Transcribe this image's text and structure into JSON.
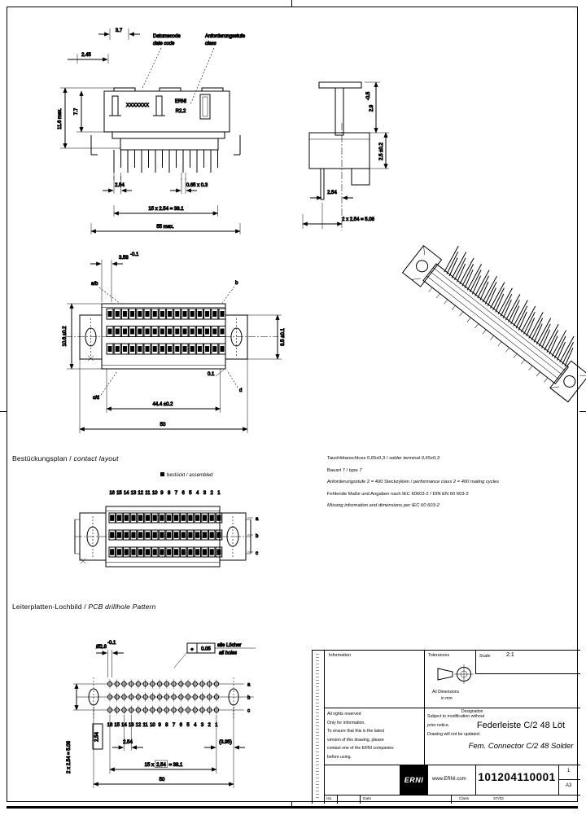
{
  "top_view": {
    "labels": {
      "date_code_de": "Datumscode",
      "date_code_en": "date code",
      "class_de": "Anforderungsstufe",
      "class_en": "class",
      "marking_code": "XXXXXXX",
      "marking_brand": "ERNI",
      "marking_class": "R2.2"
    },
    "dims": {
      "d37": "3.7",
      "d245": "2.45",
      "d77": "7.7",
      "d116": "11.6 max.",
      "pitch": "2.54",
      "pin": "0.65 x 0.3",
      "span": "15 x 2.54 = 38.1",
      "width": "55 max."
    }
  },
  "side_view": {
    "dims": {
      "d29": "2.9",
      "d29_tol": "-0.5",
      "d25": "2.5 ±0.2",
      "pitch": "2.54",
      "span": "2 x 2.54 = 5.08"
    }
  },
  "front_view": {
    "dims": {
      "d358": "3.58",
      "d358_tol": "-0.1",
      "d85": "8.5 ±0.1",
      "d106": "10.6 ±0.2",
      "d444": "44.4 ±0.2",
      "d50": "50",
      "d01": "0.1"
    },
    "labels": {
      "ab": "a/b",
      "b": "b",
      "cd": "c/d",
      "d": "d"
    }
  },
  "contact_layout": {
    "title_de": "Bestückungsplan",
    "sep": " / ",
    "title_en": "contact layout",
    "legend_de": "bestückt / ",
    "legend_en": "assembled",
    "columns": [
      "16",
      "15",
      "14",
      "13",
      "12",
      "11",
      "10",
      "9",
      "8",
      "7",
      "6",
      "5",
      "4",
      "3",
      "2",
      "1"
    ],
    "rows": [
      "a",
      "b",
      "c"
    ]
  },
  "notes": [
    {
      "de": "Tauchlötanschluss 0,65x0,3 / ",
      "en": "solder terminal 0,65x0,3"
    },
    {
      "de": "Bauart 7 / ",
      "en": "type 7"
    },
    {
      "de": "Anforderungsstufe 2 = 400 Steckzyklen / ",
      "en": "performance class 2 = 400 mating cycles"
    },
    {
      "de": "Fehlende Maße und Angaben nach IEC 60603-2 / DIN EN 60 603-2",
      "en": ""
    },
    {
      "de": "",
      "en": "Missing information and dimensions per IEC 60 603-2"
    }
  ],
  "pcb": {
    "title_de": "Leiterplatten-Lochbild",
    "sep": " / ",
    "title_en": "PCB drillhole Pattern",
    "dims": {
      "hole": "Ø2.8",
      "hole_tol": "-0.1",
      "pos_sym": "⌖",
      "pos_val": "0.05",
      "holes_de": "alle Löcher",
      "holes_en": "all holes",
      "pitch_v": "2.54",
      "pitch": "2.54",
      "d395": "(3.95)",
      "span_a": "15 x",
      "span_b": "2.54",
      "span_c": "= 38.1",
      "d50": "50",
      "col_span": "2 x 2.54 = 5.08"
    }
  },
  "titleblock": {
    "information": "Information",
    "tolerances": "Tolerances",
    "scale_label": "Scale",
    "scale_value": "2:1",
    "dims_note_1": "All Dimensions",
    "dims_note_2": "in mm",
    "rights": [
      "All rights reserved",
      "Only for information.",
      "To ensure that this is the latest",
      "version of this drawing, please",
      "contact one of the ERNI companies",
      "before using."
    ],
    "modification": [
      "Subject to modification without",
      "prior notice.",
      "Drawing will not be updated."
    ],
    "designation_label": "Designation",
    "designation_de": "Federleiste C/2 48 Löt",
    "designation_en": "Fem. Connector C/2 48 Solder",
    "logo": "ERNI",
    "website": "www.ERNI.com",
    "part_number": "101204110001",
    "sheet": "1",
    "format": "A3",
    "iss_label": "Iss.",
    "date_label": "Date",
    "class_label": "Class",
    "class_value": "ST/02"
  }
}
